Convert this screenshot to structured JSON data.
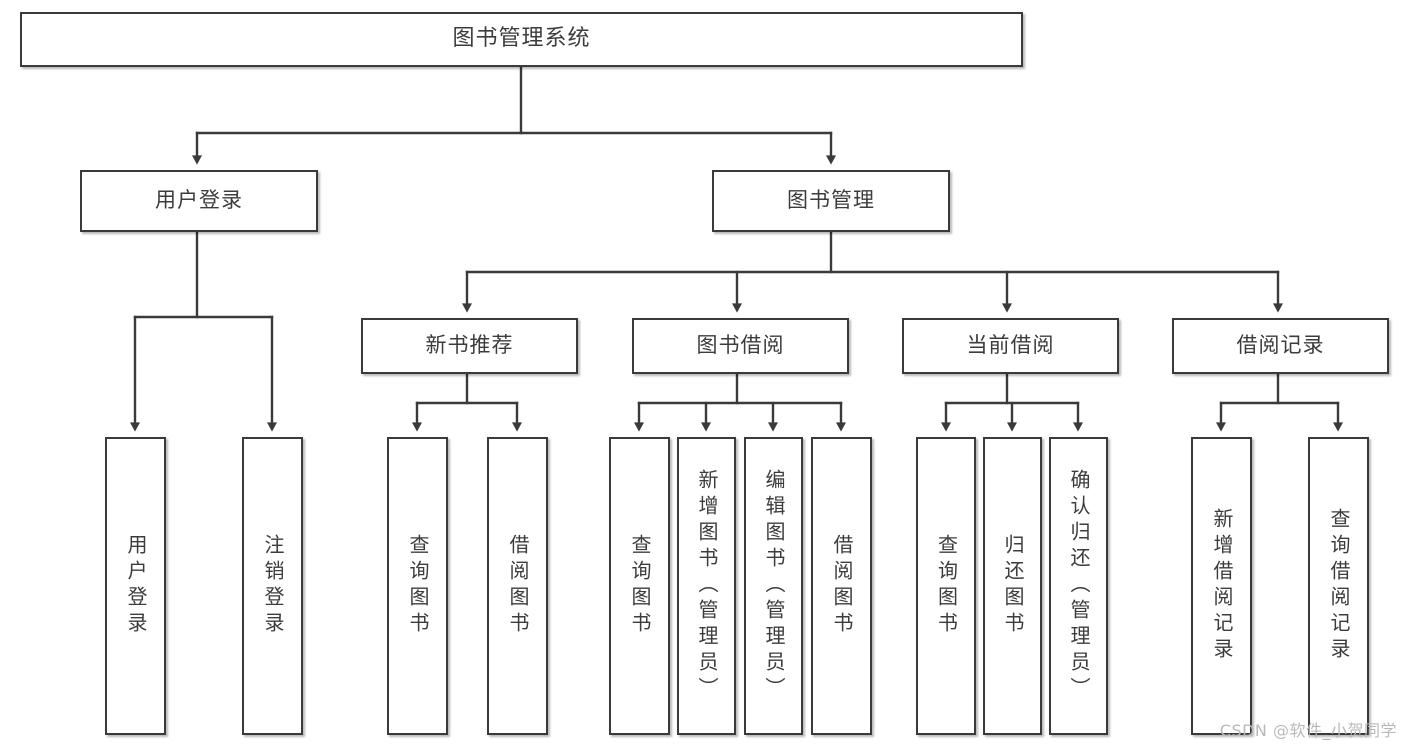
{
  "diagram": {
    "type": "tree-hierarchy",
    "title": "图书管理系统",
    "watermark": "CSDN @软件_小贺同学",
    "colors": {
      "box_border": "#3a3a3a",
      "box_fill": "#ffffff",
      "text": "#3c3c3c",
      "edge": "#3a3a3a",
      "watermark": "#b9b9b9"
    },
    "root": {
      "label": "图书管理系统"
    },
    "level1": [
      {
        "id": "user-login",
        "label": "用户登录"
      },
      {
        "id": "book-manage",
        "label": "图书管理"
      }
    ],
    "level2": [
      {
        "id": "new-book-rec",
        "label": "新书推荐"
      },
      {
        "id": "book-borrow",
        "label": "图书借阅"
      },
      {
        "id": "current-borrow",
        "label": "当前借阅"
      },
      {
        "id": "borrow-record",
        "label": "借阅记录"
      }
    ],
    "leaves": {
      "user_login": [
        {
          "id": "leaf-user-login",
          "label": "用户登录"
        },
        {
          "id": "leaf-user-logout",
          "label": "注销登录"
        }
      ],
      "new_book_rec": [
        {
          "id": "leaf-query-book-1",
          "label": "查询图书"
        },
        {
          "id": "leaf-borrow-book-1",
          "label": "借阅图书"
        }
      ],
      "book_borrow": [
        {
          "id": "leaf-query-book-2",
          "label": "查询图书"
        },
        {
          "id": "leaf-add-book",
          "label": "新增图书（管理员）"
        },
        {
          "id": "leaf-edit-book",
          "label": "编辑图书（管理员）"
        },
        {
          "id": "leaf-borrow-book-2",
          "label": "借阅图书"
        }
      ],
      "current_borrow": [
        {
          "id": "leaf-query-book-3",
          "label": "查询图书"
        },
        {
          "id": "leaf-return-book",
          "label": "归还图书"
        },
        {
          "id": "leaf-confirm-return",
          "label": "确认归还（管理员）"
        }
      ],
      "borrow_record": [
        {
          "id": "leaf-add-record",
          "label": "新增借阅记录"
        },
        {
          "id": "leaf-query-record",
          "label": "查询借阅记录"
        }
      ]
    }
  }
}
